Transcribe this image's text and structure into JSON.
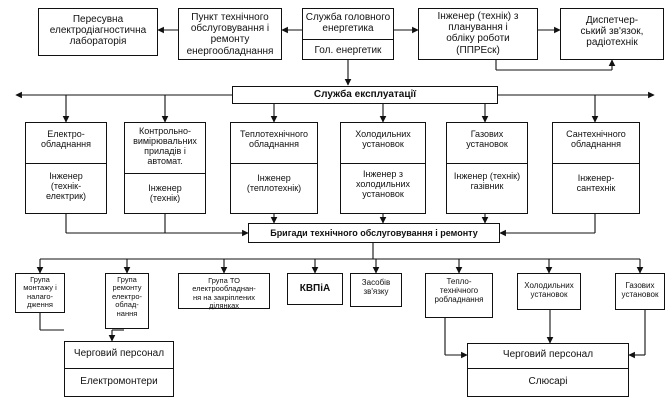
{
  "top": {
    "lab": "Пересувна\nелектродіагностична\nлабораторія",
    "point": "Пункт технічного\nобслуговування і\nремонту\nенергообладнання",
    "service_title": "Служба головного\nенергетика",
    "service_sub": "Гол. енергетик",
    "engineer": "Інженер (технік) з\nпланування і\nобліку роботи\n(ППРЕск)",
    "dispatcher": "Диспетчер-\nський зв'язок,\nрадіотехнік"
  },
  "exploitation": "Служба експлуатації",
  "departments": [
    {
      "title": "Електро-\nобладнання",
      "staff": "Інженер\n(технік-\nелектрик)"
    },
    {
      "title": "Контрольно-\nвимірювальних\nприладів і\nавтомат.",
      "staff": "Інженер\n(технік)"
    },
    {
      "title": "Теплотехнічного\nобладнання",
      "staff": "Інженер\n(теплотехнік)"
    },
    {
      "title": "Холодильних\nустановок",
      "staff": "Інженер з\nхолодильних\nустановок"
    },
    {
      "title": "Газових\nустановок",
      "staff": "Інженер (технік)\nгазівник"
    },
    {
      "title": "Сантехнічного\nобладнання",
      "staff": "Інженер-\nсантехнік"
    }
  ],
  "brigades": "Бригади технічного обслуговування і ремонту",
  "groups": [
    "Група\nмонтажу і\nналаго-\nдження",
    "Група\nремонту\nелектро-\nоблад-\nнання",
    "Група ТО\nелектрообладнан-\nня на закріплених\nділянках",
    "КВПіА",
    "Засобів\nзв'язку",
    "Тепло-\nтехнічного\nробладнання",
    "Холодильних\nустановок",
    "Газових\nустановок"
  ],
  "duty_left": {
    "title": "Черговий персонал",
    "staff": "Електромонтери"
  },
  "duty_right": {
    "title": "Черговий персонал",
    "staff": "Слюсарі"
  }
}
